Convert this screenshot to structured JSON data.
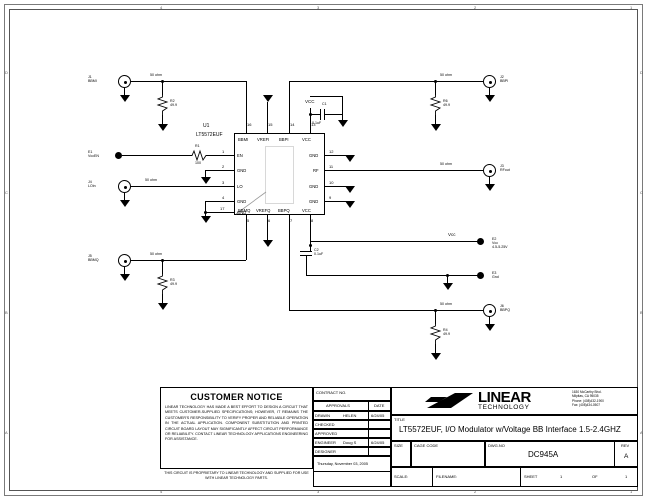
{
  "sheet": {
    "zone_marks_top": [
      "4",
      "3",
      "2",
      "1"
    ],
    "zone_marks_bottom": [
      "4",
      "3",
      "2",
      "1"
    ],
    "zone_marks_left": [
      "D",
      "C",
      "B",
      "A"
    ],
    "zone_marks_right": [
      "D",
      "C",
      "B",
      "A"
    ]
  },
  "ic": {
    "refdes": "U1",
    "part": "LT5572EUF",
    "top_pins": [
      {
        "num": "16",
        "name": "BBMI"
      },
      {
        "num": "15",
        "name": "VREFI"
      },
      {
        "num": "14",
        "name": "BBPI"
      },
      {
        "num": "13",
        "name": "VCC"
      }
    ],
    "left_pins": [
      {
        "num": "1",
        "name": "EN"
      },
      {
        "num": "2",
        "name": "GND"
      },
      {
        "num": "3",
        "name": "LO"
      },
      {
        "num": "4",
        "name": "GND"
      },
      {
        "num": "17",
        "name": "GND"
      }
    ],
    "right_pins": [
      {
        "num": "12",
        "name": "GND"
      },
      {
        "num": "11",
        "name": "RF"
      },
      {
        "num": "10",
        "name": "GND"
      },
      {
        "num": "9",
        "name": "GND"
      }
    ],
    "bottom_pins": [
      {
        "num": "5",
        "name": "BBMQ"
      },
      {
        "num": "6",
        "name": "VREFQ"
      },
      {
        "num": "7",
        "name": "BBPQ"
      },
      {
        "num": "8",
        "name": "VCC"
      }
    ]
  },
  "connectors": [
    {
      "ref": "J1",
      "name": "BBMI"
    },
    {
      "ref": "J2",
      "name": "BBPI"
    },
    {
      "ref": "J3",
      "name": "RFout"
    },
    {
      "ref": "J4",
      "name": "LOin"
    },
    {
      "ref": "J5",
      "name": "BBMQ"
    },
    {
      "ref": "J6",
      "name": "BBPQ"
    }
  ],
  "turrets": [
    {
      "ref": "E1",
      "name": "VccEN",
      "note": ""
    },
    {
      "ref": "E2",
      "name": "Vcc",
      "note": "4.5-5.25V"
    },
    {
      "ref": "E3",
      "name": "Gnd",
      "note": ""
    }
  ],
  "resistors": [
    {
      "ref": "R1",
      "value": "100"
    },
    {
      "ref": "R2",
      "value": "49.9"
    },
    {
      "ref": "R3",
      "value": "49.9"
    },
    {
      "ref": "R4",
      "value": "49.9"
    },
    {
      "ref": "R5",
      "value": "49.9"
    },
    {
      "ref": "R6",
      "value": "49.9"
    }
  ],
  "capacitors": [
    {
      "ref": "C1",
      "value": "0.1uF"
    },
    {
      "ref": "C2",
      "value": "0.1uF"
    }
  ],
  "net_labels": {
    "vcc_top": "VCC",
    "vcc_right": "Vcc",
    "ohm_50": "50 ohm"
  },
  "customer_notice": {
    "heading": "CUSTOMER NOTICE",
    "body": "LINEAR TECHNOLOGY HAS MADE A BEST EFFORT TO DESIGN A CIRCUIT THAT MEETS CUSTOMER-SUPPLIED SPECIFICATIONS; HOWEVER, IT REMAINS THE CUSTOMER'S RESPONSIBILITY TO VERIFY PROPER AND RELIABLE OPERATION IN THE ACTUAL APPLICATION.  COMPONENT SUBSTITUTION AND PRINTED CIRCUIT BOARD LAYOUT MAY SIGNIFICANTLY AFFECT CIRCUIT PERFORMANCE OR RELIABILITY.  CONTACT LINEAR TECHNOLOGY APPLICATIONS ENGINEERING FOR ASSISTANCE.",
    "footer": "THIS CIRCUIT IS PROPRIETARY TO LINEAR TECHNOLOGY AND SUPPLIED FOR USE WITH LINEAR TECHNOLOGY PARTS."
  },
  "title_block": {
    "contract_no_label": "CONTRACT NO.",
    "contract_no_value": "",
    "approvals_label": "APPROVALS",
    "date_label": "DATE",
    "rows": [
      {
        "role": "DRAWN",
        "name": "HELEN",
        "date": "6/24/05"
      },
      {
        "role": "CHECKED",
        "name": "",
        "date": ""
      },
      {
        "role": "APPROVED",
        "name": "",
        "date": ""
      },
      {
        "role": "ENGINEER",
        "name": "Doug S",
        "date": "6/24/05"
      },
      {
        "role": "DESIGNER",
        "name": "",
        "date": ""
      }
    ],
    "date_stamp": "Thursday, November 03, 2005",
    "company": {
      "name_line1": "LINEAR",
      "name_line2": "TECHNOLOGY",
      "address": [
        "1630 McCarthy Blvd.",
        "Milpitas, CA 95035",
        "Phone: (408)432-1900",
        "Fax: (408)434-0507"
      ]
    },
    "title_label": "TITLE",
    "title_value": "LT5572EUF, I/O Modulator  w/Voltage BB Interface 1.5-2.4GHZ",
    "size_label": "SIZE",
    "size_value": "",
    "cage_code_label": "CAGE CODE",
    "cage_code_value": "",
    "dwg_no_label": "DWG.NO",
    "dwg_no_value": "DC945A",
    "rev_label": "REV",
    "rev_value": "A",
    "scale_label": "SCALE:",
    "scale_value": "",
    "filename_label": "FILENAME:",
    "filename_value": "",
    "sheet_label": "SHEET",
    "sheet_value": "1",
    "of_label": "OF",
    "of_value": "1"
  }
}
